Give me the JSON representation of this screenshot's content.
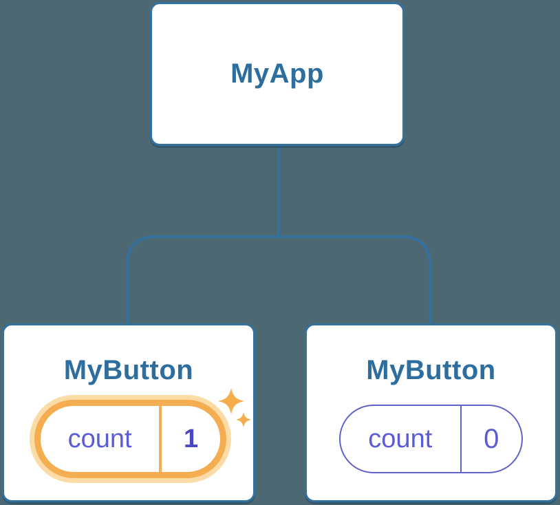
{
  "diagram": {
    "title": "react-component-tree",
    "root": {
      "label": "MyApp"
    },
    "children": [
      {
        "label": "MyButton",
        "state_key": "count",
        "state_value": "1",
        "highlighted": true
      },
      {
        "label": "MyButton",
        "state_key": "count",
        "state_value": "0",
        "highlighted": false
      }
    ]
  },
  "colors": {
    "background": "#4C6872",
    "node_fill": "#FFFFFF",
    "node_border": "#35719E",
    "node_text": "#2E6E9E",
    "connector": "#35719E",
    "state_text_purple": "#5B5BD6",
    "state_value_bold_purple": "#4848C4",
    "pill_border_purple": "#6262CF",
    "highlight_orange": "#F5AD52",
    "highlight_halo": "#FBDCA6",
    "sparkle_orange": "#F6AE4C"
  },
  "icons": {
    "sparkle": "✦"
  }
}
